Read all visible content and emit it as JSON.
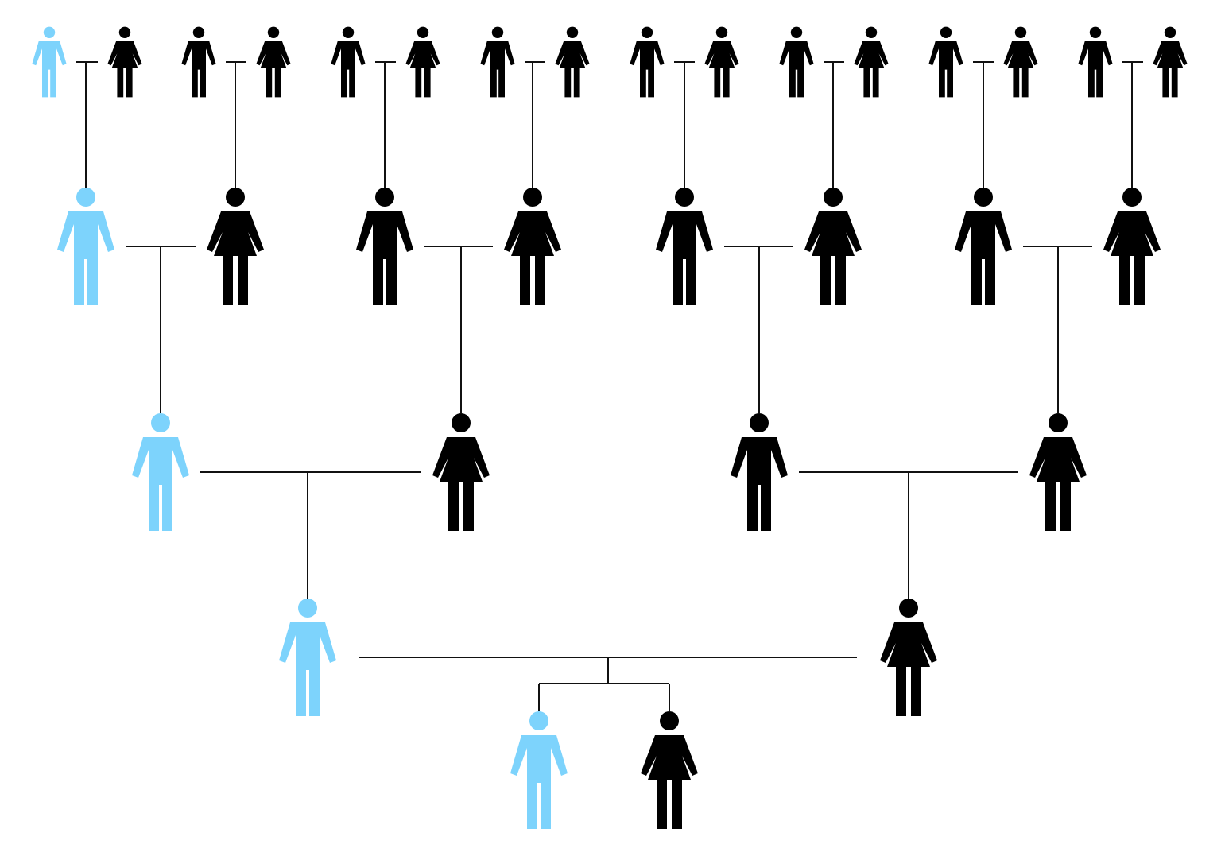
{
  "colors": {
    "lineage": "#7dd3fc",
    "other": "#000000",
    "line": "#111111"
  },
  "icons": {
    "male": "male-person-icon",
    "female": "female-person-icon"
  },
  "people": [
    {
      "id": "g5-1",
      "gender": "male",
      "lineage": true
    },
    {
      "id": "g5-2",
      "gender": "female",
      "lineage": false
    },
    {
      "id": "g5-3",
      "gender": "male",
      "lineage": false
    },
    {
      "id": "g5-4",
      "gender": "female",
      "lineage": false
    },
    {
      "id": "g5-5",
      "gender": "male",
      "lineage": false
    },
    {
      "id": "g5-6",
      "gender": "female",
      "lineage": false
    },
    {
      "id": "g5-7",
      "gender": "male",
      "lineage": false
    },
    {
      "id": "g5-8",
      "gender": "female",
      "lineage": false
    },
    {
      "id": "g5-9",
      "gender": "male",
      "lineage": false
    },
    {
      "id": "g5-10",
      "gender": "female",
      "lineage": false
    },
    {
      "id": "g5-11",
      "gender": "male",
      "lineage": false
    },
    {
      "id": "g5-12",
      "gender": "female",
      "lineage": false
    },
    {
      "id": "g5-13",
      "gender": "male",
      "lineage": false
    },
    {
      "id": "g5-14",
      "gender": "female",
      "lineage": false
    },
    {
      "id": "g5-15",
      "gender": "male",
      "lineage": false
    },
    {
      "id": "g5-16",
      "gender": "female",
      "lineage": false
    },
    {
      "id": "g4-1",
      "gender": "male",
      "lineage": true
    },
    {
      "id": "g4-2",
      "gender": "female",
      "lineage": false
    },
    {
      "id": "g4-3",
      "gender": "male",
      "lineage": false
    },
    {
      "id": "g4-4",
      "gender": "female",
      "lineage": false
    },
    {
      "id": "g4-5",
      "gender": "male",
      "lineage": false
    },
    {
      "id": "g4-6",
      "gender": "female",
      "lineage": false
    },
    {
      "id": "g4-7",
      "gender": "male",
      "lineage": false
    },
    {
      "id": "g4-8",
      "gender": "female",
      "lineage": false
    },
    {
      "id": "g3-1",
      "gender": "male",
      "lineage": true
    },
    {
      "id": "g3-2",
      "gender": "female",
      "lineage": false
    },
    {
      "id": "g3-3",
      "gender": "male",
      "lineage": false
    },
    {
      "id": "g3-4",
      "gender": "female",
      "lineage": false
    },
    {
      "id": "g2-1",
      "gender": "male",
      "lineage": true
    },
    {
      "id": "g2-2",
      "gender": "female",
      "lineage": false
    },
    {
      "id": "g1-1",
      "gender": "male",
      "lineage": true
    },
    {
      "id": "g1-2",
      "gender": "female",
      "lineage": false
    }
  ],
  "couples": [
    {
      "a": "g5-1",
      "b": "g5-2",
      "child": "g4-1"
    },
    {
      "a": "g5-3",
      "b": "g5-4",
      "child": "g4-2"
    },
    {
      "a": "g5-5",
      "b": "g5-6",
      "child": "g4-3"
    },
    {
      "a": "g5-7",
      "b": "g5-8",
      "child": "g4-4"
    },
    {
      "a": "g5-9",
      "b": "g5-10",
      "child": "g4-5"
    },
    {
      "a": "g5-11",
      "b": "g5-12",
      "child": "g4-6"
    },
    {
      "a": "g5-13",
      "b": "g5-14",
      "child": "g4-7"
    },
    {
      "a": "g5-15",
      "b": "g5-16",
      "child": "g4-8"
    },
    {
      "a": "g4-1",
      "b": "g4-2",
      "child": "g3-1"
    },
    {
      "a": "g4-3",
      "b": "g4-4",
      "child": "g3-2"
    },
    {
      "a": "g4-5",
      "b": "g4-6",
      "child": "g3-3"
    },
    {
      "a": "g4-7",
      "b": "g4-8",
      "child": "g3-4"
    },
    {
      "a": "g3-1",
      "b": "g3-2",
      "child": "g2-1"
    },
    {
      "a": "g3-3",
      "b": "g3-4",
      "child": "g2-2"
    },
    {
      "a": "g2-1",
      "b": "g2-2",
      "children": [
        "g1-1",
        "g1-2"
      ]
    }
  ]
}
